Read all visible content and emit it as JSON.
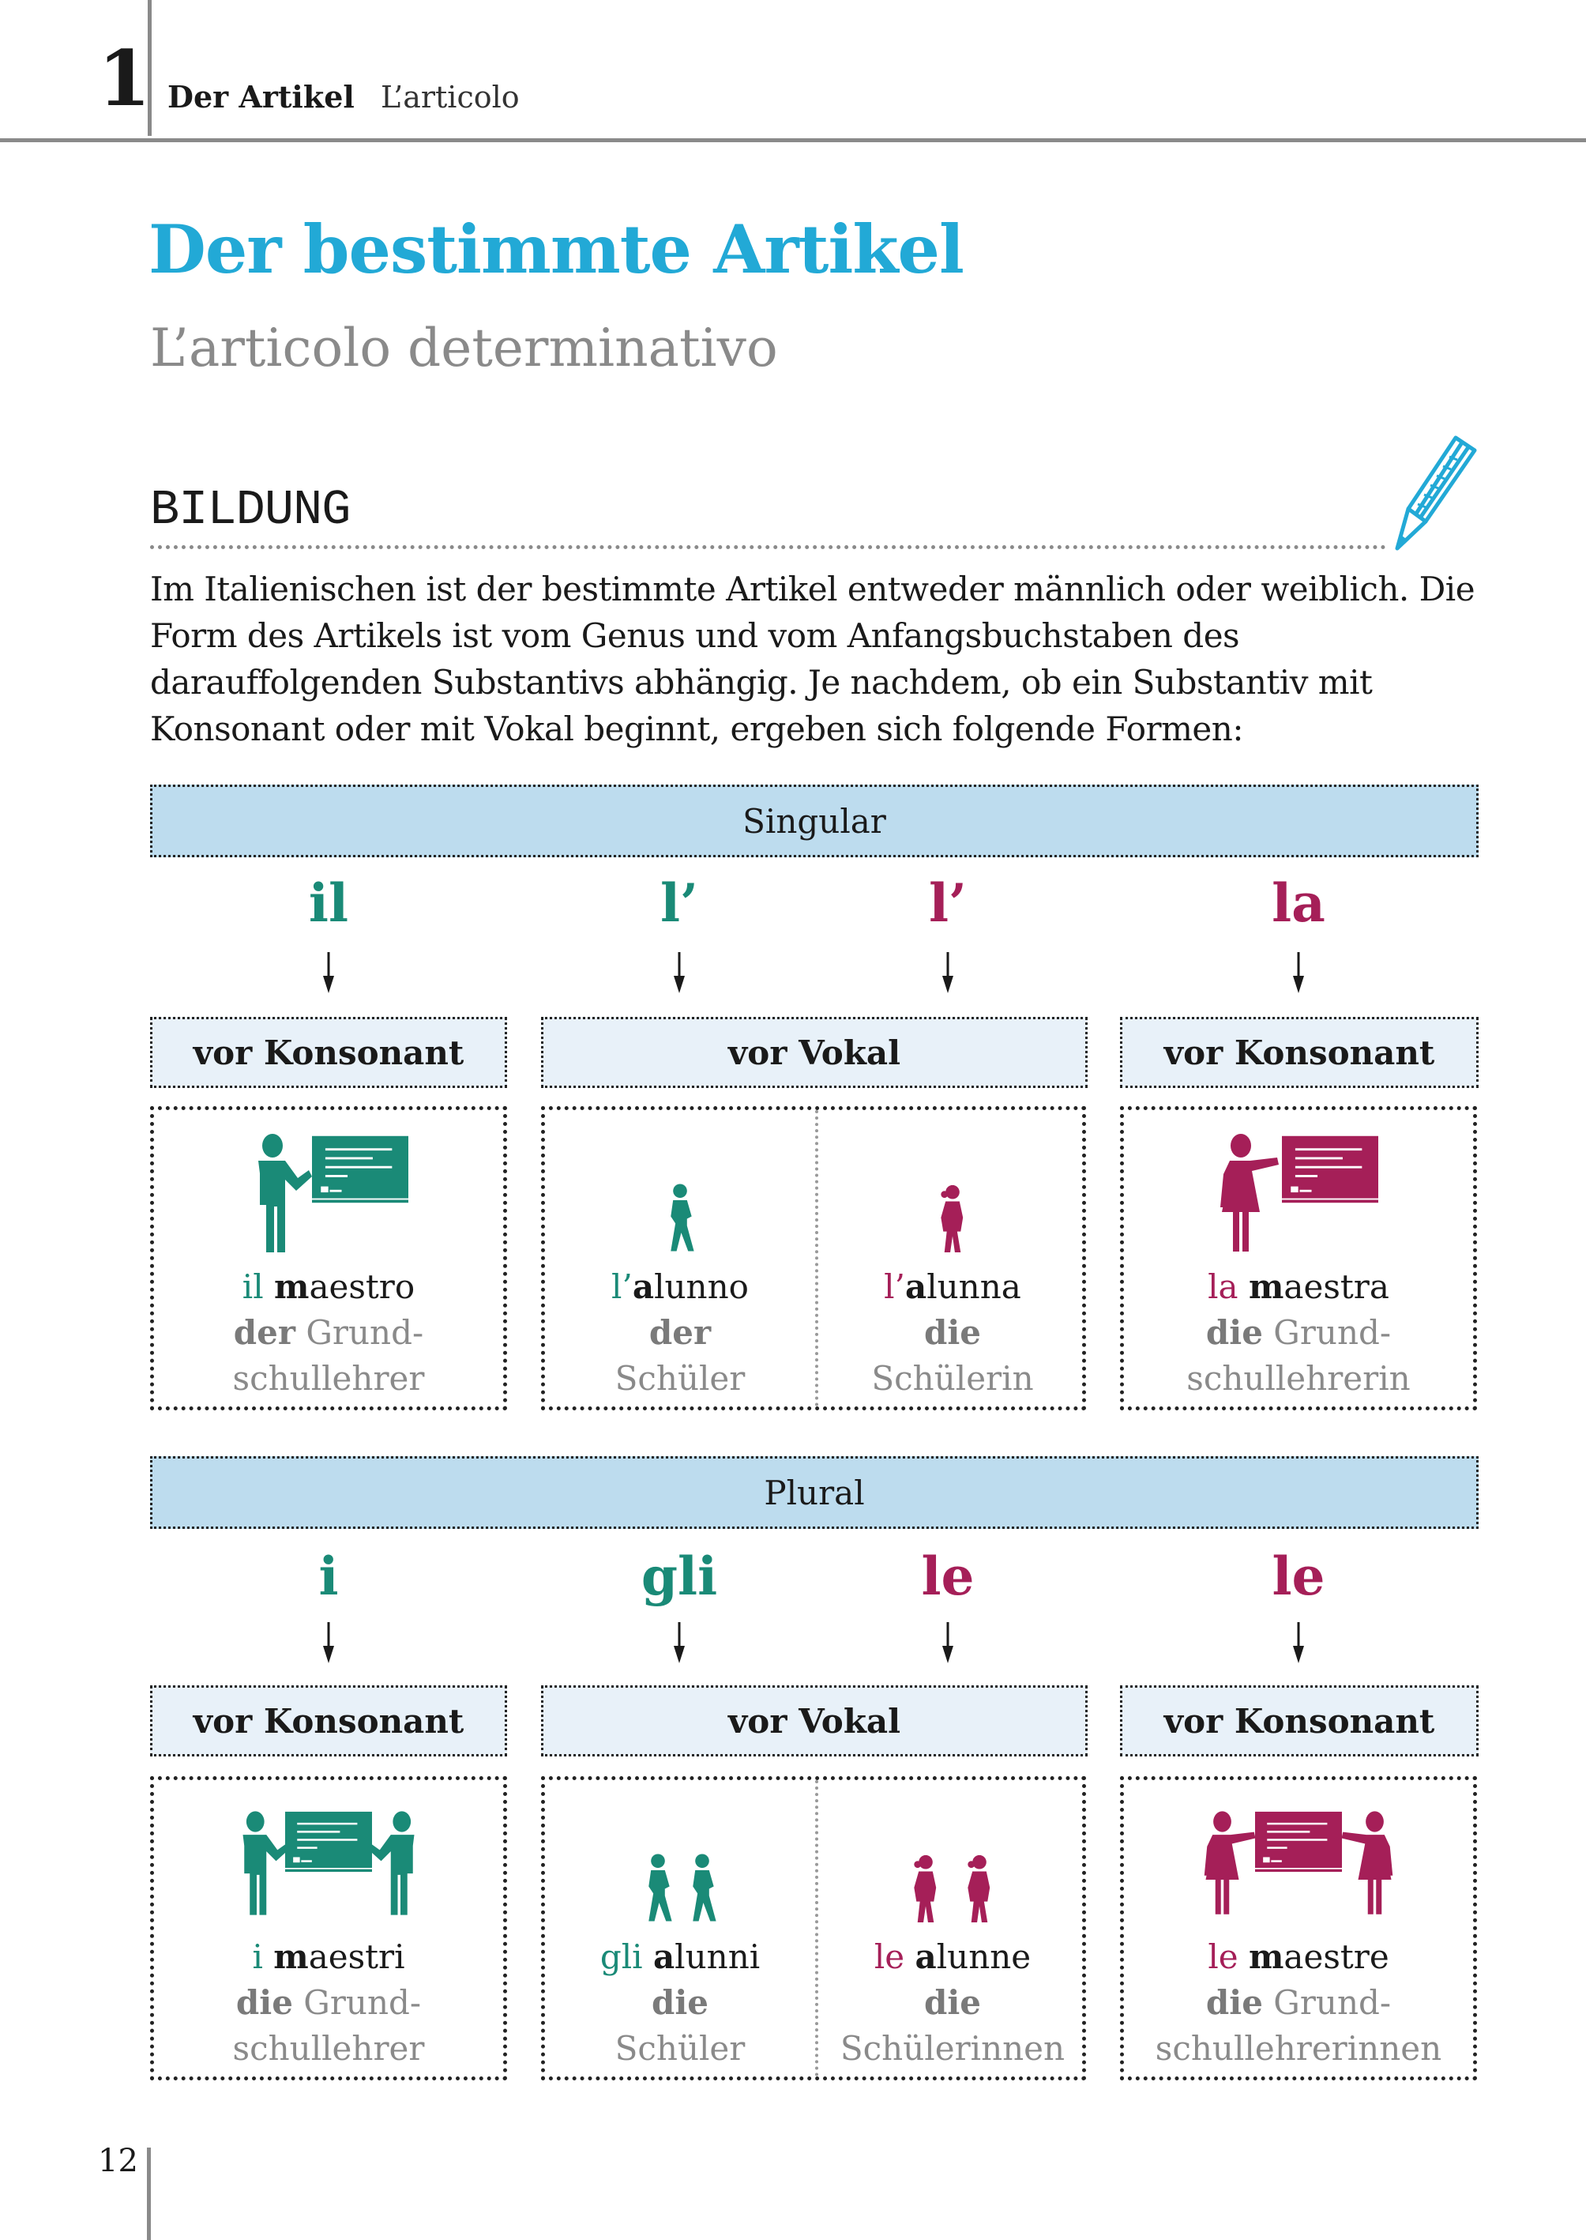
{
  "header": {
    "chapter_number": "1",
    "chapter_title_de": "Der Artikel",
    "chapter_title_it": "L’articolo"
  },
  "page": {
    "title": "Der bestimmte Artikel",
    "subtitle": "L’articolo determinativo",
    "section_heading": "BILDUNG",
    "paragraph": "Im Italienischen ist der bestimmte Artikel entweder männlich oder weiblich. Die Form des Artikels ist vom Genus und vom Anfangsbuchstaben des darauffolgenden Substantivs abhängig. Je nachdem, ob ein Substantiv mit Konsonant oder mit Vokal beginnt, ergeben sich folgende Formen:"
  },
  "icons": {
    "pencil": "pencil-icon",
    "arrow": "arrow-down-icon",
    "teacher_male": "male-teacher-blackboard-icon",
    "teacher_female": "female-teacher-blackboard-icon",
    "pupil_male": "schoolboy-icon",
    "pupil_female": "schoolgirl-icon"
  },
  "colors": {
    "title_blue": "#22a9d6",
    "masculine_teal": "#1a8a77",
    "feminine_magenta": "#a51f58",
    "bar_blue": "#bddcee",
    "label_blue": "#e8f1f9",
    "gray_text": "#8a8a8a"
  },
  "singular": {
    "bar_label": "Singular",
    "articles": [
      "il",
      "l’",
      "l’",
      "la"
    ],
    "labels": [
      "vor Konsonant",
      "vor Vokal",
      "vor Konsonant"
    ],
    "cards": [
      {
        "article": "il",
        "initial": "m",
        "rest": "aestro",
        "de_article": "der",
        "de_line1": "Grund-",
        "de_line2": "schullehrer"
      },
      {
        "article": "l’",
        "initial": "a",
        "rest": "lunno",
        "de_article": "der",
        "de_line1": "",
        "de_line2": "Schüler"
      },
      {
        "article": "l’",
        "initial": "a",
        "rest": "lunna",
        "de_article": "die",
        "de_line1": "",
        "de_line2": "Schülerin"
      },
      {
        "article": "la",
        "initial": "m",
        "rest": "aestra",
        "de_article": "die",
        "de_line1": "Grund-",
        "de_line2": "schullehrerin"
      }
    ]
  },
  "plural": {
    "bar_label": "Plural",
    "articles": [
      "i",
      "gli",
      "le",
      "le"
    ],
    "labels": [
      "vor Konsonant",
      "vor Vokal",
      "vor Konsonant"
    ],
    "cards": [
      {
        "article": "i",
        "initial": "m",
        "rest": "aestri",
        "de_article": "die",
        "de_line1": "Grund-",
        "de_line2": "schullehrer"
      },
      {
        "article": "gli",
        "initial": "a",
        "rest": "lunni",
        "de_article": "die",
        "de_line1": "",
        "de_line2": "Schüler"
      },
      {
        "article": "le",
        "initial": "a",
        "rest": "lunne",
        "de_article": "die",
        "de_line1": "",
        "de_line2": "Schülerinnen"
      },
      {
        "article": "le",
        "initial": "m",
        "rest": "aestre",
        "de_article": "die",
        "de_line1": "Grund-",
        "de_line2": "schullehrerinnen"
      }
    ]
  },
  "footer": {
    "page_number": "12"
  }
}
